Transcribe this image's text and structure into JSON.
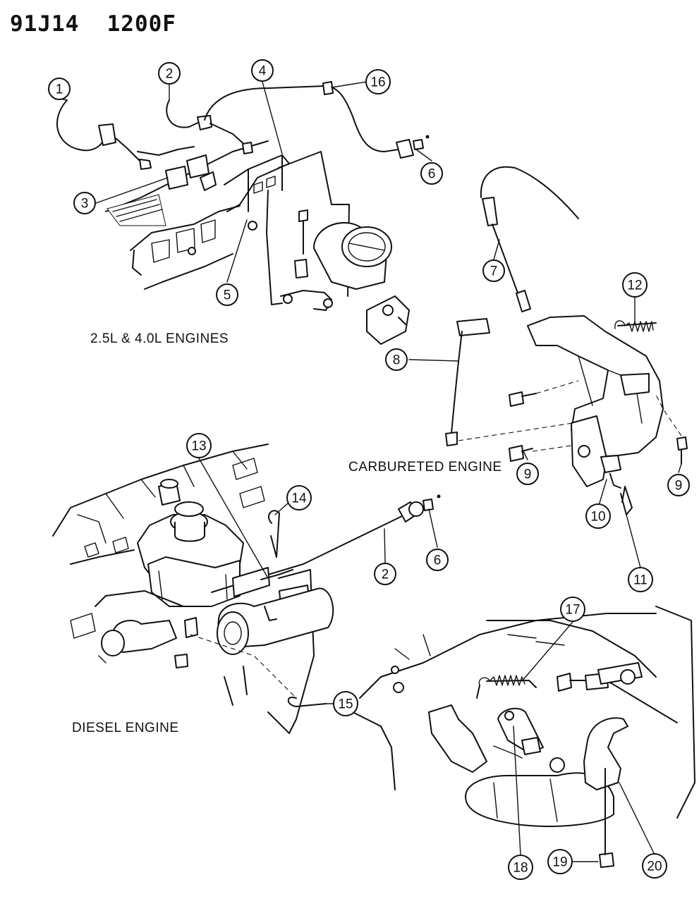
{
  "header": {
    "code": "91J14  1200F"
  },
  "sections": {
    "engines_25_40": "2.5L & 4.0L ENGINES",
    "carbureted": "CARBURETED ENGINE",
    "diesel": "DIESEL ENGINE"
  },
  "callouts": [
    {
      "id": "c1",
      "num": "1"
    },
    {
      "id": "c2a",
      "num": "2"
    },
    {
      "id": "c3",
      "num": "3"
    },
    {
      "id": "c4",
      "num": "4"
    },
    {
      "id": "c16",
      "num": "16"
    },
    {
      "id": "c6a",
      "num": "6"
    },
    {
      "id": "c5",
      "num": "5"
    },
    {
      "id": "c7",
      "num": "7"
    },
    {
      "id": "c12",
      "num": "12"
    },
    {
      "id": "c8",
      "num": "8"
    },
    {
      "id": "c9a",
      "num": "9"
    },
    {
      "id": "c9b",
      "num": "9"
    },
    {
      "id": "c10",
      "num": "10"
    },
    {
      "id": "c11",
      "num": "11"
    },
    {
      "id": "c13",
      "num": "13"
    },
    {
      "id": "c14",
      "num": "14"
    },
    {
      "id": "c2b",
      "num": "2"
    },
    {
      "id": "c6b",
      "num": "6"
    },
    {
      "id": "c15",
      "num": "15"
    },
    {
      "id": "c17",
      "num": "17"
    },
    {
      "id": "c18",
      "num": "18"
    },
    {
      "id": "c19",
      "num": "19"
    },
    {
      "id": "c20",
      "num": "20"
    }
  ]
}
